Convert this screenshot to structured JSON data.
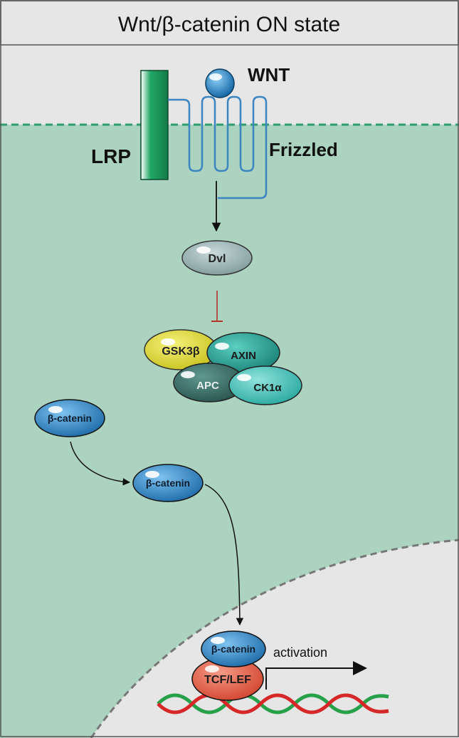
{
  "title": "Wnt/β-catenin ON state",
  "labels": {
    "wnt": "WNT",
    "lrp": "LRP",
    "frizzled": "Frizzled",
    "dvl": "Dvl",
    "gsk3b": "GSK3β",
    "axin": "AXIN",
    "apc": "APC",
    "ck1a": "CK1α",
    "beta_catenin_cytoplasm": "β-catenin",
    "beta_catenin_moving": "β-catenin",
    "beta_catenin_nucleus": "β-catenin",
    "tcf_lef": "TCF/LEF",
    "activation": "activation"
  },
  "colors": {
    "header_bg": "#e6e6e6",
    "cytoplasm": "#abd3bf",
    "nucleus": "#e6e6e6",
    "membrane_dash": "#2f9e6e",
    "lrp": "#1a9a5c",
    "frizzled": "#3b86c2",
    "dvl": "#9fb5b5",
    "gsk3b": "#e3dd3a",
    "axin": "#28a79a",
    "apc": "#3d6f68",
    "ck1a": "#4cc4bb",
    "beta_catenin": "#2f86c8",
    "tcf_lef": "#e8604a",
    "dna_red": "#d62828",
    "dna_green": "#27a04a",
    "inhibition": "#b5332a"
  }
}
